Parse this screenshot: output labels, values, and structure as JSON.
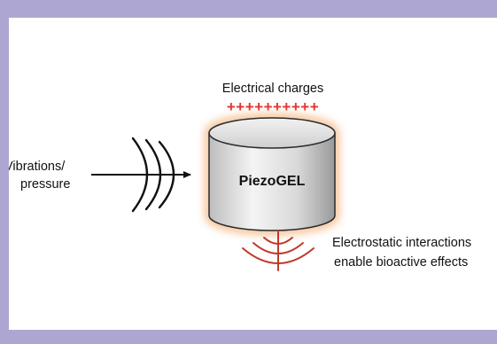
{
  "diagram": {
    "charges_label": "Electrical charges",
    "charges_symbols": "++++++++++",
    "input_label_line1": "Vibrations/",
    "input_label_line2": "pressure",
    "device_label": "PiezoGEL",
    "output_label_line1": "Electrostatic interactions",
    "output_label_line2": "enable bioactive effects"
  },
  "colors": {
    "frame": "#aea6d2",
    "charges": "#e3342f",
    "waves_out": "#c0392b",
    "glow": "#f0a35e"
  }
}
